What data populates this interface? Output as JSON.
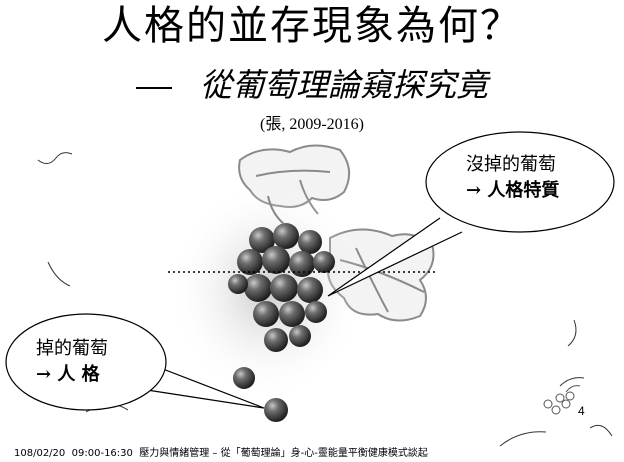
{
  "slide": {
    "title": "人格的並存現象為何？",
    "subtitle": "從葡萄理論窺探究竟",
    "citation": "(張, 2009-2016)",
    "bubble_right": {
      "line1": "沒掉的葡萄",
      "arrow": "→",
      "line2": "人格特質"
    },
    "bubble_left": {
      "line1": "掉的葡萄",
      "arrow": "→",
      "line2": "人 格"
    },
    "page_number": "4",
    "footer": {
      "date": "108/02/20",
      "time": "09:00-16:30",
      "text": "壓力與情緒管理 – 從「葡萄理論」身-心-靈能量平衡健康模式談起"
    }
  }
}
